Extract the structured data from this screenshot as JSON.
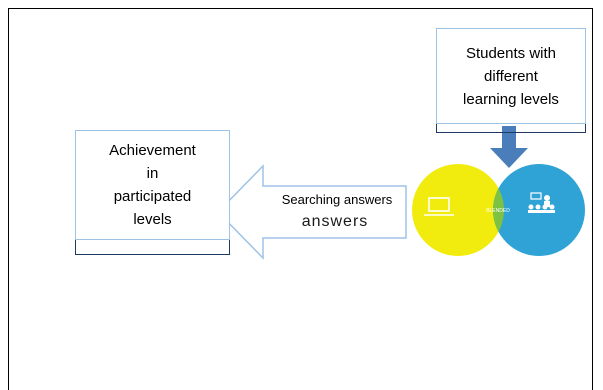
{
  "boxes": {
    "right": {
      "lines": [
        "Students with",
        "different",
        "learning levels"
      ]
    },
    "left": {
      "lines": [
        "Achievement",
        "in",
        "participated",
        "levels"
      ]
    }
  },
  "arrow": {
    "label": "Searching answers",
    "sublabel": "answers"
  },
  "venn": {
    "center_label": "BLENDED",
    "left_icon": "laptop-icon",
    "right_icon": "classroom-icon",
    "colors": {
      "left": "#f2ec0e",
      "right": "#2fa3d6",
      "overlap": "#7dc242",
      "down_arrow": "#4a7ebb",
      "box_border": "#9dc3e6"
    }
  }
}
